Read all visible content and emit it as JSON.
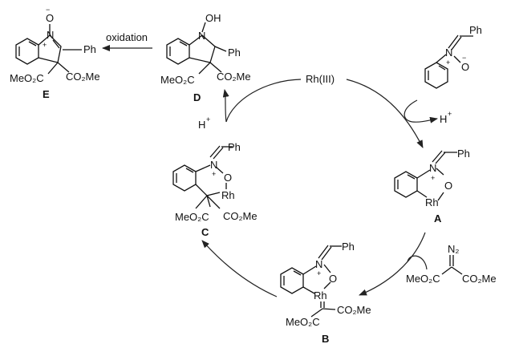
{
  "scheme": {
    "catalyst": "Rh(III)",
    "oxidation_label": "oxidation",
    "proton_out": "H",
    "proton_in": "H",
    "charge_plus": "+",
    "charge_minus": "−",
    "substituents": {
      "ph": "Ph",
      "oh": "OH",
      "o": "O",
      "n": "N",
      "rh": "Rh",
      "meo2c": "MeO₂C",
      "co2me": "CO₂Me",
      "n2": "N₂"
    },
    "compound_labels": {
      "A": "A",
      "B": "B",
      "C": "C",
      "D": "D",
      "E": "E"
    }
  }
}
